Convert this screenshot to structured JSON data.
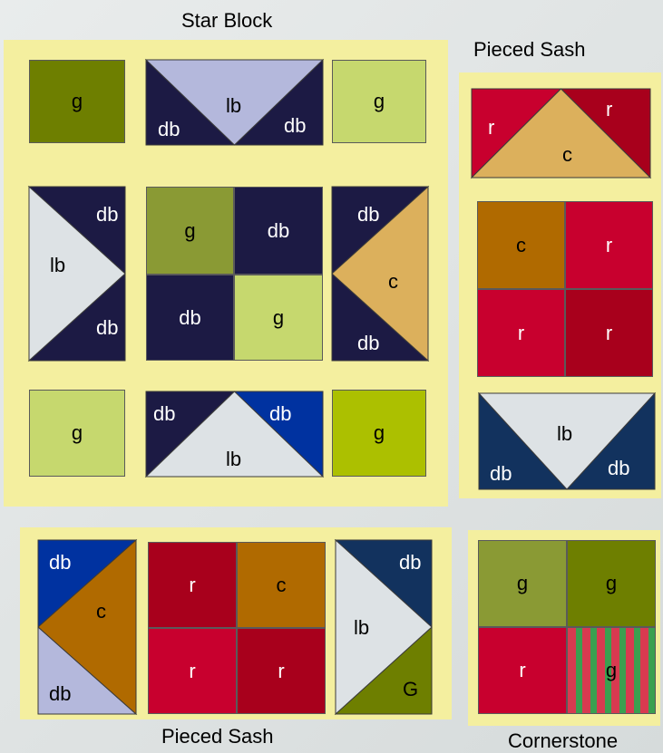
{
  "titles": {
    "star_block": "Star Block",
    "pieced_sash_top": "Pieced Sash",
    "pieced_sash_bottom": "Pieced Sash",
    "cornerstone": "Cornerstone"
  },
  "labels": {
    "g": "g",
    "G": "G",
    "lb": "lb",
    "db": "db",
    "c": "c",
    "r": "r"
  },
  "colors": {
    "panel": "#f4ef9f",
    "green_dark": "#6e7f00",
    "green_olive": "#8a9a34",
    "green_light": "#c6d86e",
    "green_lime": "#acc000",
    "light_blue_gray": "#dde2e5",
    "lavender": "#b4b8dc",
    "navy": "#1c1a44",
    "royal_blue": "#0032a0",
    "slate_blue": "#12325e",
    "tan": "#dcb05c",
    "orange_brown": "#b06a00",
    "red": "#c8002e",
    "crimson": "#a8001c"
  }
}
